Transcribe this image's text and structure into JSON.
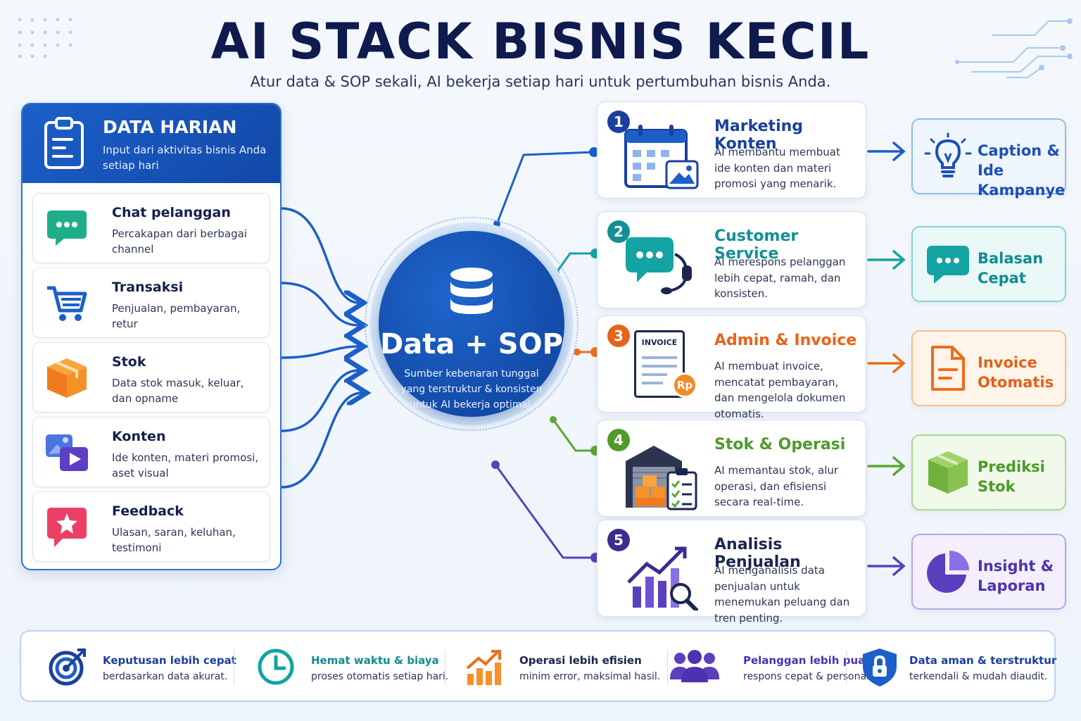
{
  "header": {
    "title": "AI STACK BISNIS KECIL",
    "subtitle": "Atur data & SOP sekali, AI bekerja setiap hari untuk pertumbuhan bisnis Anda."
  },
  "colors": {
    "primary": "#1c5fc9",
    "navy": "#0f1a4e",
    "teal": "#13a3a3",
    "orange": "#ef6c1a",
    "green": "#5aa832",
    "purple": "#5a3fbf"
  },
  "left_panel": {
    "title": "DATA HARIAN",
    "description": "Input dari aktivitas bisnis Anda setiap hari",
    "icon": "clipboard-icon",
    "items": [
      {
        "title": "Chat pelanggan",
        "desc": "Percakapan dari berbagai channel",
        "icon": "chat-icon"
      },
      {
        "title": "Transaksi",
        "desc": "Penjualan, pembayaran, retur",
        "icon": "cart-icon"
      },
      {
        "title": "Stok",
        "desc": "Data stok masuk, keluar, dan opname",
        "icon": "box-icon"
      },
      {
        "title": "Konten",
        "desc": "Ide konten, materi promosi, aset visual",
        "icon": "media-icon"
      },
      {
        "title": "Feedback",
        "desc": "Ulasan, saran, keluhan, testimoni",
        "icon": "star-bubble-icon"
      }
    ]
  },
  "hub": {
    "title": "Data + SOP",
    "description": "Sumber kebenaran tunggal yang terstruktur & konsisten untuk AI bekerja optimal.",
    "icon": "database-icon"
  },
  "steps": [
    {
      "num": "1",
      "title": "Marketing Konten",
      "desc": "AI membantu membuat ide konten dan materi promosi yang menarik.",
      "color": "#1a3f9e",
      "icon": "calendar-icon"
    },
    {
      "num": "2",
      "title": "Customer Service",
      "desc": "AI merespons pelanggan lebih cepat, ramah, dan konsisten.",
      "color": "#138f95",
      "icon": "headset-chat-icon"
    },
    {
      "num": "3",
      "title": "Admin & Invoice",
      "desc": "AI membuat invoice, mencatat pembayaran, dan mengelola dokumen otomatis.",
      "color": "#e8631a",
      "icon": "invoice-icon",
      "icon_text": "INVOICE",
      "badge": "Rp"
    },
    {
      "num": "4",
      "title": "Stok & Operasi",
      "desc": "AI memantau stok, alur operasi, dan efisiensi secara real-time.",
      "color": "#4f9a2c",
      "icon": "warehouse-icon"
    },
    {
      "num": "5",
      "title": "Analisis Penjualan",
      "desc": "AI menganalisis data penjualan untuk menemukan peluang dan tren penting.",
      "color": "#3b2d8f",
      "icon": "growth-chart-icon"
    }
  ],
  "outcomes": [
    {
      "title": "Caption & Ide Kampanye",
      "color": "#1c4fb8",
      "bg": "#eef5fd",
      "border": "#8fbdec",
      "icon": "lightbulb-icon"
    },
    {
      "title": "Balasan Cepat",
      "color": "#0f8d92",
      "bg": "#eaf8f8",
      "border": "#86d3d3",
      "icon": "chat-bubble-icon"
    },
    {
      "title": "Invoice Otomatis",
      "color": "#e2621a",
      "bg": "#fff4ea",
      "border": "#f6bf8f",
      "icon": "document-icon"
    },
    {
      "title": "Prediksi Stok",
      "color": "#4a9a2a",
      "bg": "#f1f9ea",
      "border": "#a9d88c",
      "icon": "cube-icon"
    },
    {
      "title": "Insight & Laporan",
      "color": "#4b33b0",
      "bg": "#f3effc",
      "border": "#b7a6e6",
      "icon": "pie-chart-icon"
    }
  ],
  "benefits": [
    {
      "title": "Keputusan lebih cepat",
      "desc": "berdasarkan data akurat.",
      "color": "#1a3f9e",
      "icon": "target-icon"
    },
    {
      "title": "Hemat waktu & biaya",
      "desc": "proses otomatis setiap hari.",
      "color": "#0f8d92",
      "icon": "clock-icon"
    },
    {
      "title": "Operasi lebih efisien",
      "desc": "minim error, maksimal hasil.",
      "color": "#1b2550",
      "icon": "bar-growth-icon"
    },
    {
      "title": "Pelanggan lebih puas",
      "desc": "respons cepat & personal.",
      "color": "#4b33b0",
      "icon": "people-icon"
    },
    {
      "title": "Data aman & terstruktur",
      "desc": "terkendali & mudah diaudit.",
      "color": "#1a3f9e",
      "icon": "shield-lock-icon"
    }
  ]
}
